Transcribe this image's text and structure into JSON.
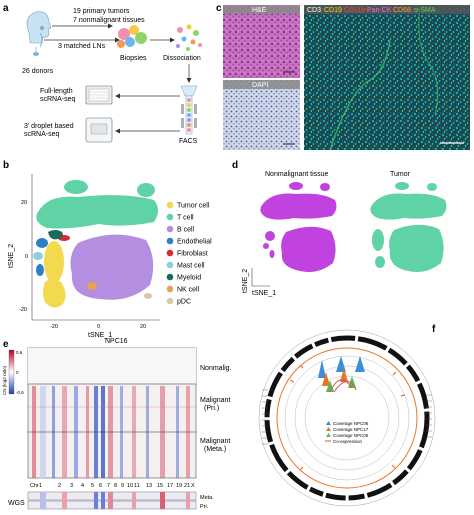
{
  "panels": {
    "a": {
      "label": "a",
      "tumors": "19 primary tumors",
      "tissues": "7 nonmalignant tissues",
      "lns": "3 matched LNs",
      "donors": "26 donors",
      "biopsies": "Biopsies",
      "dissociation": "Dissociation",
      "fulllength_1": "Full-length",
      "fulllength_2": "scRNA-seq",
      "droplet_1": "3' droplet based",
      "droplet_2": "scRNA-seq",
      "facs": "FACS"
    },
    "b": {
      "label": "b",
      "ylabel": "tSNE_2",
      "xlabel": "tSNE_1",
      "yticks": [
        "20",
        "0",
        "-20"
      ],
      "xticks": [
        "-20",
        "0",
        "20"
      ],
      "legend": [
        {
          "name": "Tumor cell",
          "color": "#f2d94e"
        },
        {
          "name": "T cell",
          "color": "#5fd3a5"
        },
        {
          "name": "B cell",
          "color": "#b48ee0"
        },
        {
          "name": "Endothelial",
          "color": "#2e7fc4"
        },
        {
          "name": "Fibroblast",
          "color": "#d62a3c"
        },
        {
          "name": "Mast cell",
          "color": "#8fd0df"
        },
        {
          "name": "Myeloid",
          "color": "#1a6b5a"
        },
        {
          "name": "NK cell",
          "color": "#e8a05a"
        },
        {
          "name": "pDC",
          "color": "#d8c8a8"
        }
      ]
    },
    "c": {
      "label": "c",
      "he": "H&E",
      "dapi": "DAPI",
      "markers": [
        {
          "name": "CD3",
          "color": "#ffffff"
        },
        {
          "name": "CD19",
          "color": "#ffd400"
        },
        {
          "name": "CD11b",
          "color": "#ff3b3b"
        },
        {
          "name": "Pan-CK",
          "color": "#ff66cc"
        },
        {
          "name": "CD68",
          "color": "#ff9a3a"
        },
        {
          "name": "α-SMA",
          "color": "#5ad65a"
        }
      ]
    },
    "d": {
      "label": "d",
      "title_left": "Nonmalignant tissue",
      "title_right": "Tumor",
      "ylabel": "tSNE_2",
      "xlabel": "tSNE_1",
      "color_left": "#c043e0",
      "color_right": "#5fd3a5"
    },
    "e": {
      "label": "e",
      "title": "NPC16",
      "cbar_label": "CN (log2 ratio)",
      "cbar_ticks": [
        "0.6",
        "0",
        "-0.6"
      ],
      "rows": [
        "Nonmalig.",
        "Malignant\n(Pri.)",
        "Malignant\n(Meta.)"
      ],
      "row1": "Nonmalig.",
      "row2a": "Malignant",
      "row2b": "(Pri.)",
      "row3a": "Malignant",
      "row3b": "(Meta.)",
      "chroms": [
        "Chr1",
        "2",
        "3",
        "4",
        "5",
        "6",
        "7",
        "8",
        "9",
        "10",
        "11",
        "13",
        "15",
        "17",
        "19",
        "21",
        "X"
      ],
      "wgs": "WGS",
      "wgs_meta": "Meta.",
      "wgs_pri": "Pri."
    },
    "f": {
      "label": "f",
      "legend": [
        {
          "name": "Coverage NPC06",
          "color": "#3a8fd9"
        },
        {
          "name": "Coverage NPC17",
          "color": "#e8742a"
        },
        {
          "name": "Coverage NPC05",
          "color": "#5cb85c"
        },
        {
          "name": "Co-expression",
          "color": "#d9534f"
        }
      ]
    }
  }
}
